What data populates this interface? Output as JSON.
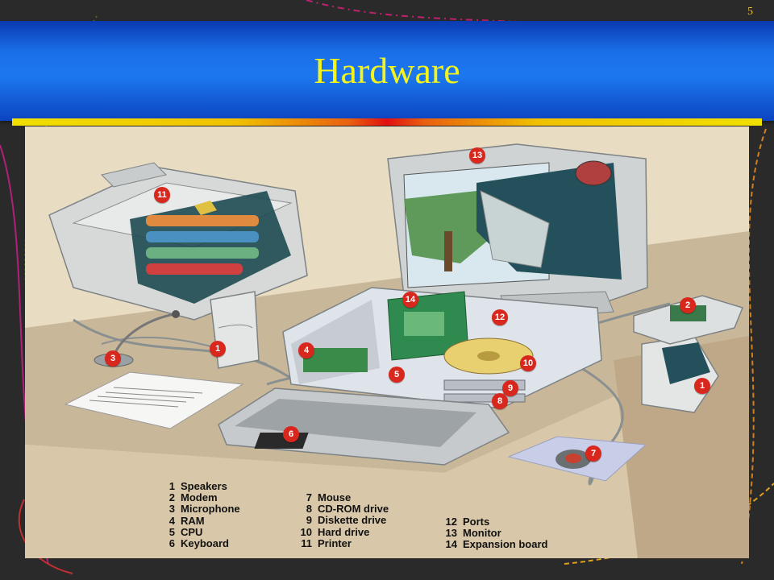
{
  "slide": {
    "number": "5",
    "title": "Hardware"
  },
  "colors": {
    "title_bar": "#1c78f0",
    "title_text": "#f4f41a",
    "callout": "#d8281e",
    "figure_background": "#eadfc6"
  },
  "figure": {
    "callouts": [
      {
        "number": "13"
      },
      {
        "number": "11"
      },
      {
        "number": "2"
      },
      {
        "number": "14"
      },
      {
        "number": "12"
      },
      {
        "number": "4"
      },
      {
        "number": "1"
      },
      {
        "number": "3"
      },
      {
        "number": "10"
      },
      {
        "number": "5"
      },
      {
        "number": "9"
      },
      {
        "number": "8"
      },
      {
        "number": "1"
      },
      {
        "number": "6"
      },
      {
        "number": "7"
      }
    ],
    "legend": [
      {
        "number": "1",
        "label": "Speakers"
      },
      {
        "number": "2",
        "label": "Modem"
      },
      {
        "number": "3",
        "label": "Microphone"
      },
      {
        "number": "4",
        "label": "RAM"
      },
      {
        "number": "5",
        "label": "CPU"
      },
      {
        "number": "6",
        "label": "Keyboard"
      },
      {
        "number": "7",
        "label": "Mouse"
      },
      {
        "number": "8",
        "label": "CD-ROM drive"
      },
      {
        "number": "9",
        "label": "Diskette drive"
      },
      {
        "number": "10",
        "label": "Hard drive"
      },
      {
        "number": "11",
        "label": "Printer"
      },
      {
        "number": "12",
        "label": "Ports"
      },
      {
        "number": "13",
        "label": "Monitor"
      },
      {
        "number": "14",
        "label": "Expansion board"
      }
    ]
  }
}
